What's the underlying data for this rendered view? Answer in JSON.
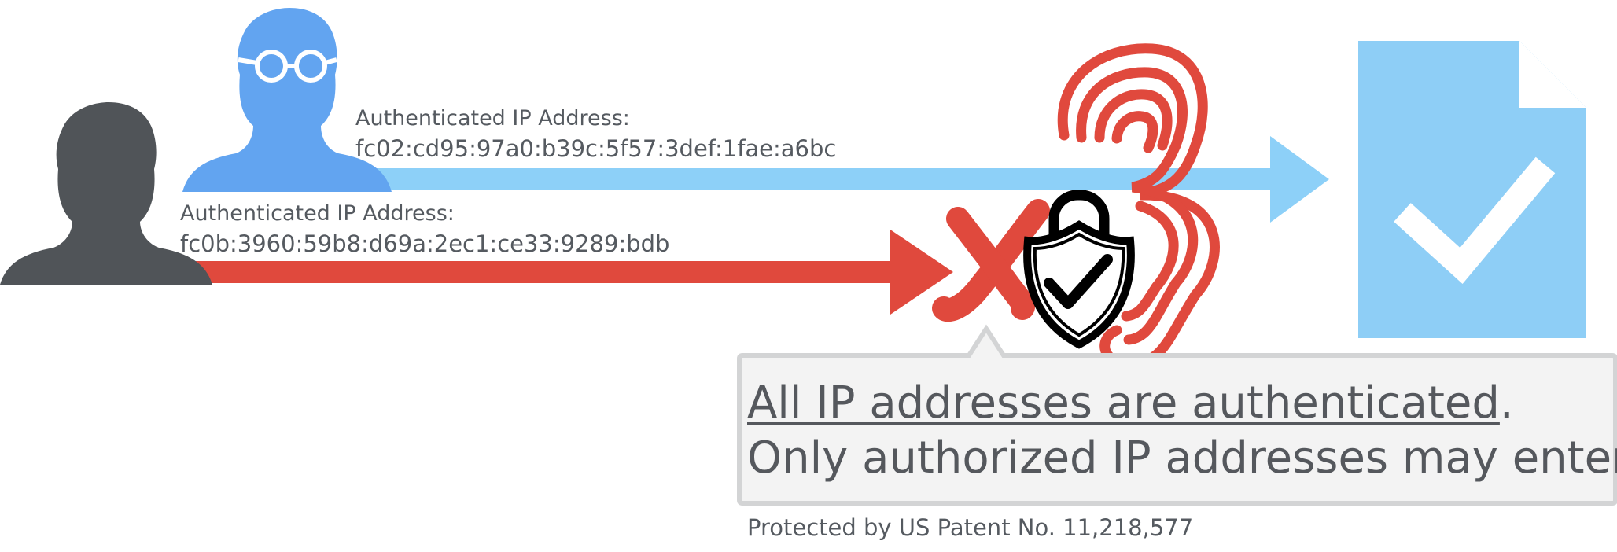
{
  "colors": {
    "authorized": "#8dd0f8",
    "authorized_user": "#62a4f0",
    "document": "#8ecef6",
    "denied": "#e0493d",
    "unauthorized_user": "#505458",
    "callout_border": "#d3d4d5",
    "callout_fill": "#f3f3f3",
    "text": "#555a60"
  },
  "icons": {
    "authorized_user": "user-with-glasses-icon",
    "unauthorized_user": "user-icon",
    "denied": "x-mark-icon",
    "shield": "shield-check-icon",
    "fingerprint": "fingerprint-icon",
    "document": "document-check-icon"
  },
  "authorized_path": {
    "label": "Authenticated IP Address:",
    "ip": "fc02:cd95:97a0:b39c:5f57:3def:1fae:a6bc"
  },
  "unauthorized_path": {
    "label": "Authenticated IP Address:",
    "ip": "fc0b:3960:59b8:d69a:2ec1:ce33:9289:bdb"
  },
  "callout": {
    "line1_underlined": "All IP addresses are authenticated",
    "line1_period": ".",
    "line2": "Only authorized IP addresses may enter."
  },
  "footer": {
    "patent": "Protected by US Patent No. 11,218,577"
  }
}
